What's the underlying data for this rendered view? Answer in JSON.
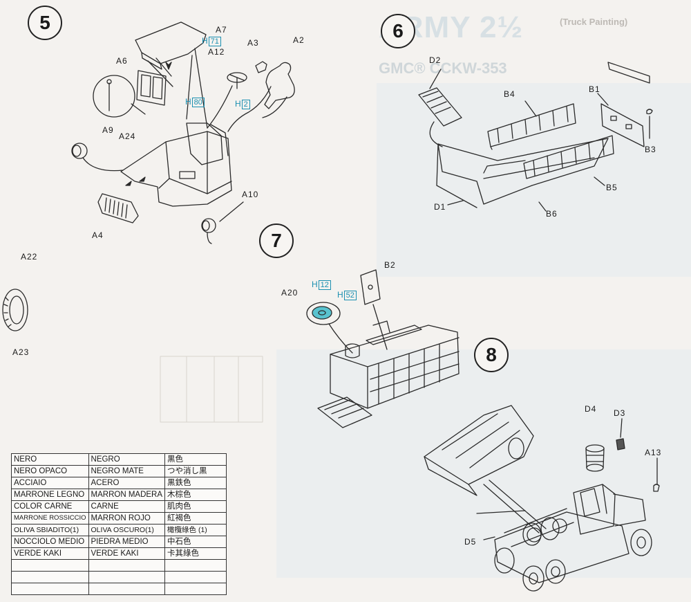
{
  "steps": {
    "s5": "5",
    "s6": "6",
    "s7": "7",
    "s8": "8"
  },
  "parts": {
    "A7": "A7",
    "A12": "A12",
    "A3": "A3",
    "A2": "A2",
    "A6": "A6",
    "A9": "A9",
    "A24": "A24",
    "A10": "A10",
    "A4": "A4",
    "A22": "A22",
    "A23": "A23",
    "A20": "A20",
    "A13": "A13",
    "D2": "D2",
    "B4": "B4",
    "B1": "B1",
    "B3": "B3",
    "B5": "B5",
    "B6": "B6",
    "D1": "D1",
    "B2": "B2",
    "D4": "D4",
    "D3": "D3",
    "D5": "D5"
  },
  "paint_codes": {
    "H71": {
      "prefix": "H",
      "num": "71"
    },
    "H80": {
      "prefix": "H",
      "num": "80"
    },
    "H2": {
      "prefix": "H",
      "num": "2"
    },
    "H12": {
      "prefix": "H",
      "num": "12"
    },
    "H52": {
      "prefix": "H",
      "num": "52"
    }
  },
  "background": {
    "title": "ARMY 2½",
    "model": "GMC® CCKW-353",
    "note": "(Truck Painting)"
  },
  "paint_table": {
    "rows": [
      [
        "NERO",
        "NEGRO",
        "黒色"
      ],
      [
        "NERO OPACO",
        "NEGRO MATE",
        "つや消し黒"
      ],
      [
        "ACCIAIO",
        "ACERO",
        "黒鉄色"
      ],
      [
        "MARRONE LEGNO",
        "MARRON MADERA",
        "木棕色"
      ],
      [
        "COLOR CARNE",
        "CARNE",
        "肌肉色"
      ],
      [
        "MARRONE ROSSICCIO",
        "MARRON ROJO",
        "紅褐色"
      ],
      [
        "OLIVA SBIADITO(1)",
        "OLIVA OSCURO(1)",
        "橄欖綠色 (1)"
      ],
      [
        "NOCCIOLO MEDIO",
        "PIEDRA MEDIO",
        "中石色"
      ],
      [
        "VERDE KAKI",
        "VERDE KAKI",
        "卡其綠色"
      ]
    ]
  },
  "colors": {
    "line": "#2a2a2a",
    "accent_blue": "#1a8fb0",
    "tire_blue": "#59c3cf",
    "ghost_blue": "#d7e0e4"
  }
}
